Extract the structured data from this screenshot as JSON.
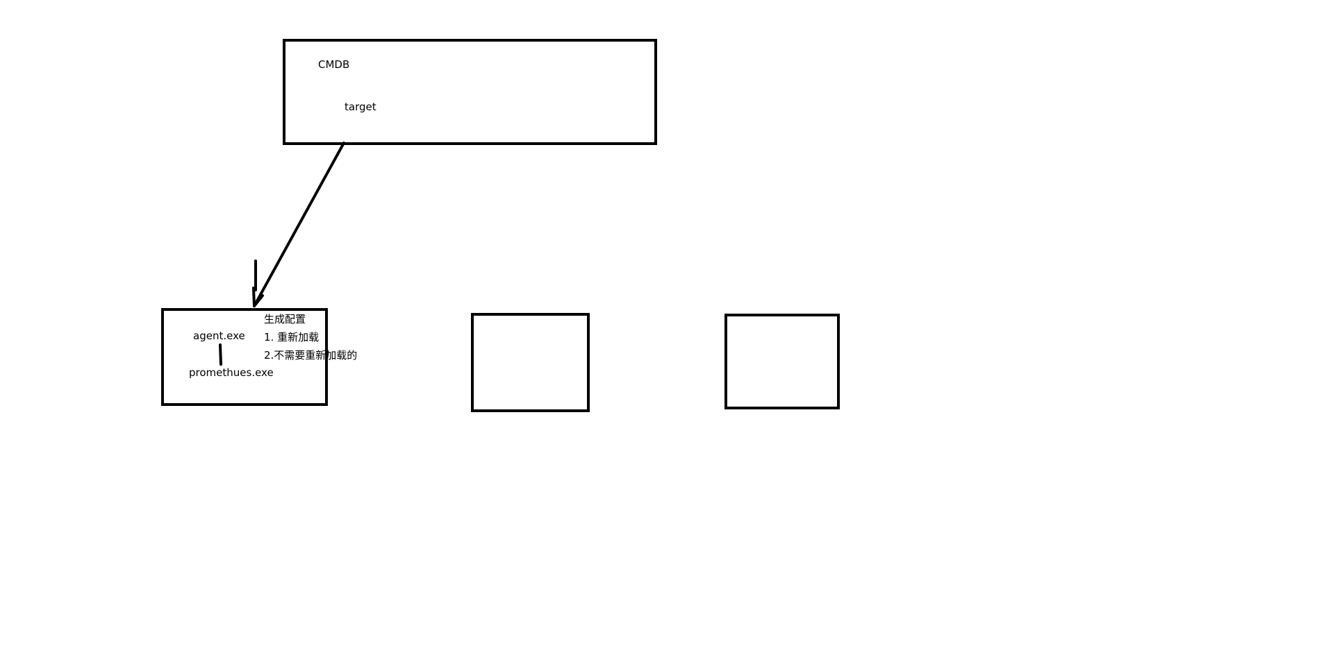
{
  "cmdb_box": {
    "title": "CMDB",
    "item": "target"
  },
  "agent_box": {
    "agent_label": "agent.exe",
    "prometheus_label": "promethues.exe"
  },
  "annotation": {
    "heading": "生成配置",
    "option_1": "1. 重新加载",
    "option_2": "2.不需要重新加载的"
  },
  "colors": {
    "stroke": "#000000",
    "background": "#ffffff"
  }
}
